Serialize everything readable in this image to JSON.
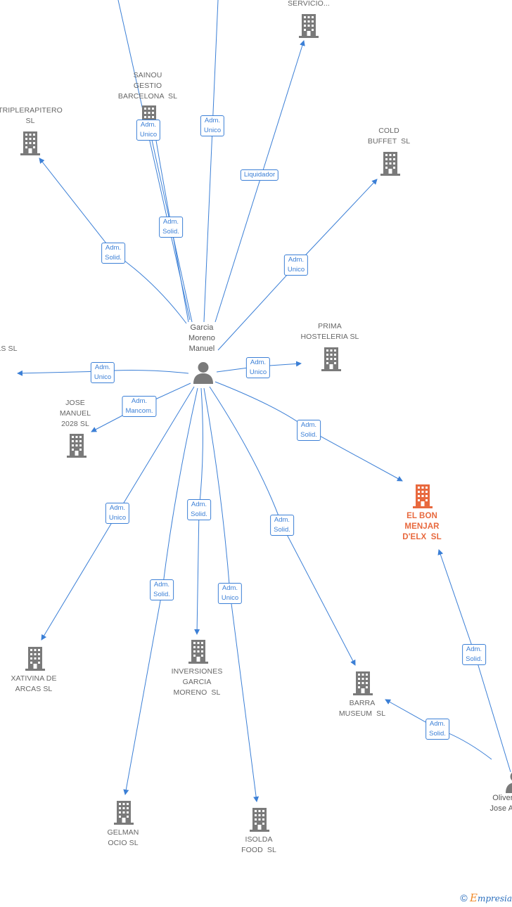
{
  "colors": {
    "edge": "#3b7fd6",
    "building": "#7a7a7a",
    "focus": "#e8693e",
    "person": "#7a7a7a"
  },
  "nodes": [
    {
      "id": "servicio",
      "label": "SERVICIO...",
      "kind": "company",
      "icon": "building-icon"
    },
    {
      "id": "sainou",
      "label": "SAINOU\nGESTIO\nBARCELONA  SL",
      "kind": "company",
      "icon": "building-icon"
    },
    {
      "id": "triplerapitero",
      "label": "TRIPLERAPITERO\nSL",
      "kind": "company",
      "icon": "building-icon"
    },
    {
      "id": "cold-buffet",
      "label": "COLD\nBUFFET  SL",
      "kind": "company",
      "icon": "building-icon"
    },
    {
      "id": "prima",
      "label": "PRIMA\nHOSTELERIA SL",
      "kind": "company",
      "icon": "building-icon"
    },
    {
      "id": "ls",
      "label": "LS SL",
      "kind": "company",
      "icon": "building-icon"
    },
    {
      "id": "jose-manuel",
      "label": "JOSE\nMANUEL\n2028 SL",
      "kind": "company",
      "icon": "building-icon"
    },
    {
      "id": "el-bon-menjar",
      "label": "EL BON\nMENJAR\nD'ELX  SL",
      "kind": "focus",
      "icon": "building-icon"
    },
    {
      "id": "xativina",
      "label": "XATIVINA DE\nARCAS SL",
      "kind": "company",
      "icon": "building-icon"
    },
    {
      "id": "inversiones",
      "label": "INVERSIONES\nGARCIA\nMORENO  SL",
      "kind": "company",
      "icon": "building-icon"
    },
    {
      "id": "barra",
      "label": "BARRA\nMUSEUM  SL",
      "kind": "company",
      "icon": "building-icon"
    },
    {
      "id": "gelman",
      "label": "GELMAN\nOCIO SL",
      "kind": "company",
      "icon": "building-icon"
    },
    {
      "id": "isolda",
      "label": "ISOLDA\nFOOD  SL",
      "kind": "company",
      "icon": "building-icon"
    },
    {
      "id": "garcia",
      "label": "Garcia\nMoreno\nManuel",
      "kind": "person",
      "icon": "person-icon"
    },
    {
      "id": "olivera",
      "label": "Olivera\nJose A...",
      "kind": "person",
      "icon": "person-icon"
    }
  ],
  "edges": [
    {
      "id": "e-top1",
      "label": "",
      "from": "garcia",
      "to": "off-top-1"
    },
    {
      "id": "e-top2",
      "label": "Adm.\nUnico",
      "from": "garcia",
      "to": "off-top-2"
    },
    {
      "id": "e-servicio",
      "label": "Liquidador",
      "from": "garcia",
      "to": "servicio"
    },
    {
      "id": "e-sainou-unico",
      "label": "Adm.\nUnico",
      "from": "garcia",
      "to": "sainou"
    },
    {
      "id": "e-sainou-solid",
      "label": "Adm.\nSolid.",
      "from": "garcia",
      "to": "sainou"
    },
    {
      "id": "e-triple",
      "label": "Adm.\nSolid.",
      "from": "garcia",
      "to": "triplerapitero"
    },
    {
      "id": "e-cold",
      "label": "Adm.\nUnico",
      "from": "garcia",
      "to": "cold-buffet"
    },
    {
      "id": "e-prima",
      "label": "Adm.\nUnico",
      "from": "garcia",
      "to": "prima"
    },
    {
      "id": "e-ls",
      "label": "Adm.\nUnico",
      "from": "garcia",
      "to": "ls"
    },
    {
      "id": "e-jose",
      "label": "Adm.\nMancom.",
      "from": "garcia",
      "to": "jose-manuel"
    },
    {
      "id": "e-bon",
      "label": "Adm.\nSolid.",
      "from": "garcia",
      "to": "el-bon-menjar"
    },
    {
      "id": "e-xativina",
      "label": "Adm.\nUnico",
      "from": "garcia",
      "to": "xativina"
    },
    {
      "id": "e-inversiones",
      "label": "Adm.\nSolid.",
      "from": "garcia",
      "to": "inversiones"
    },
    {
      "id": "e-barra",
      "label": "Adm.\nSolid.",
      "from": "garcia",
      "to": "barra"
    },
    {
      "id": "e-gelman",
      "label": "Adm.\nSolid.",
      "from": "garcia",
      "to": "gelman"
    },
    {
      "id": "e-isolda",
      "label": "Adm.\nUnico",
      "from": "garcia",
      "to": "isolda"
    },
    {
      "id": "e-olivera-bon",
      "label": "Adm.\nSolid.",
      "from": "olivera",
      "to": "el-bon-menjar"
    },
    {
      "id": "e-olivera-barra",
      "label": "Adm.\nSolid.",
      "from": "olivera",
      "to": "barra"
    }
  ],
  "footer": {
    "copyright": "©",
    "brand_initial": "E",
    "brand_rest": "mpresia"
  }
}
